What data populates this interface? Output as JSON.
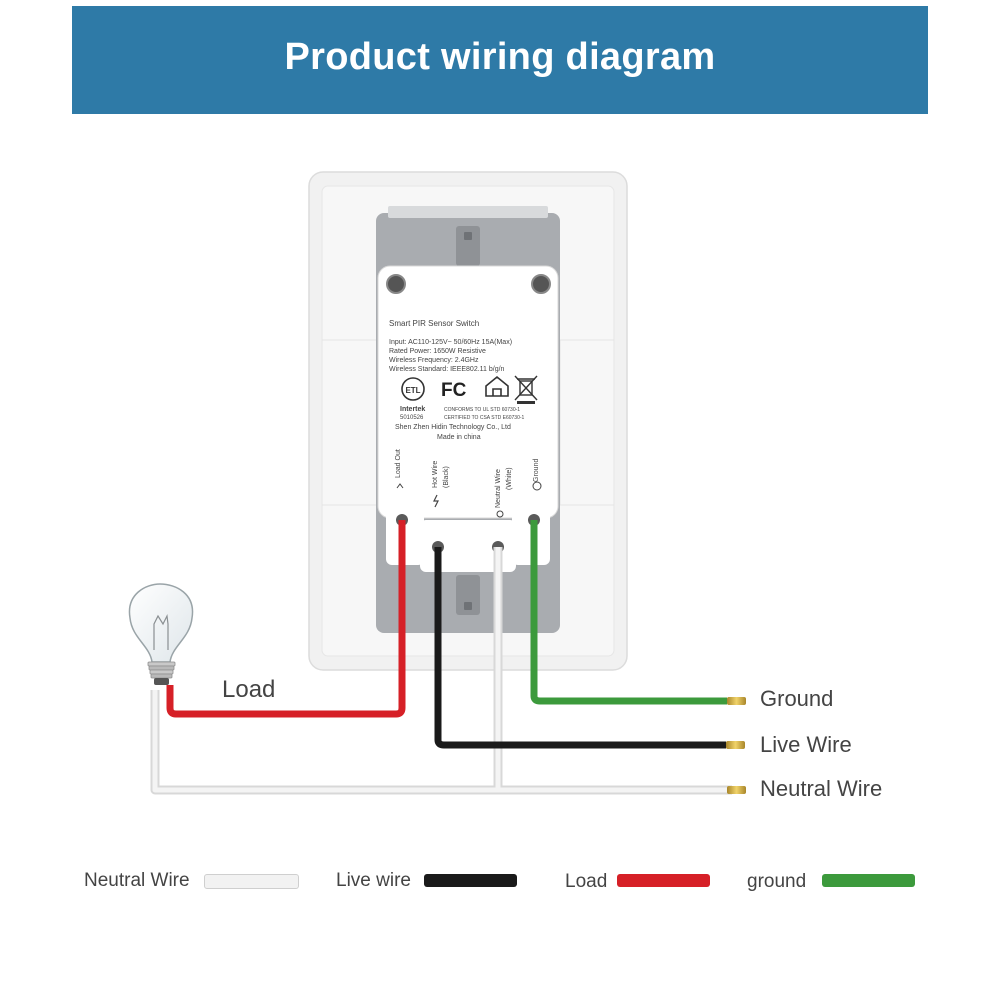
{
  "header": {
    "title": "Product wiring diagram"
  },
  "device": {
    "name": "Smart PIR Sensor Switch",
    "specs": [
      "Input: AC110-125V~ 50/60Hz  15A(Max)",
      "Rated Power: 1650W     Resistive",
      "Wireless Frequency: 2.4GHz",
      "Wireless Standard: IEEE802.11 b/g/n"
    ],
    "cert_brand": "Intertek",
    "cert_number": "5010526",
    "cert_text_1": "CONFORMS TO UL STD 60730-1",
    "cert_text_2": "CERTIFIED TO CSA STD E60730-1",
    "fc_mark": "FC",
    "etl_mark": "ETL",
    "manufacturer": "Shen Zhen Hidin Technology Co., Ltd",
    "origin": "Made in china",
    "terminals": {
      "load_out": "Load Out",
      "hot_wire": "Hot  Wire",
      "hot_color": "(Black)",
      "neutral_wire": "Neutral  Wire",
      "neutral_color": "(White)",
      "ground": "Ground"
    }
  },
  "wire_labels": {
    "load": "Load",
    "ground": "Ground",
    "live": "Live Wire",
    "neutral": "Neutral Wire"
  },
  "legend": [
    {
      "label": "Neutral Wire",
      "color": "#f2f2f2"
    },
    {
      "label": "Live wire",
      "color": "#1a1a1a"
    },
    {
      "label": "Load",
      "color": "#d62027"
    },
    {
      "label": "ground",
      "color": "#3c9a3c"
    }
  ],
  "colors": {
    "banner": "#2e7aa7",
    "load": "#d62027",
    "live": "#1a1a1a",
    "neutral": "#f2f2f2",
    "ground": "#3c9a3c"
  }
}
